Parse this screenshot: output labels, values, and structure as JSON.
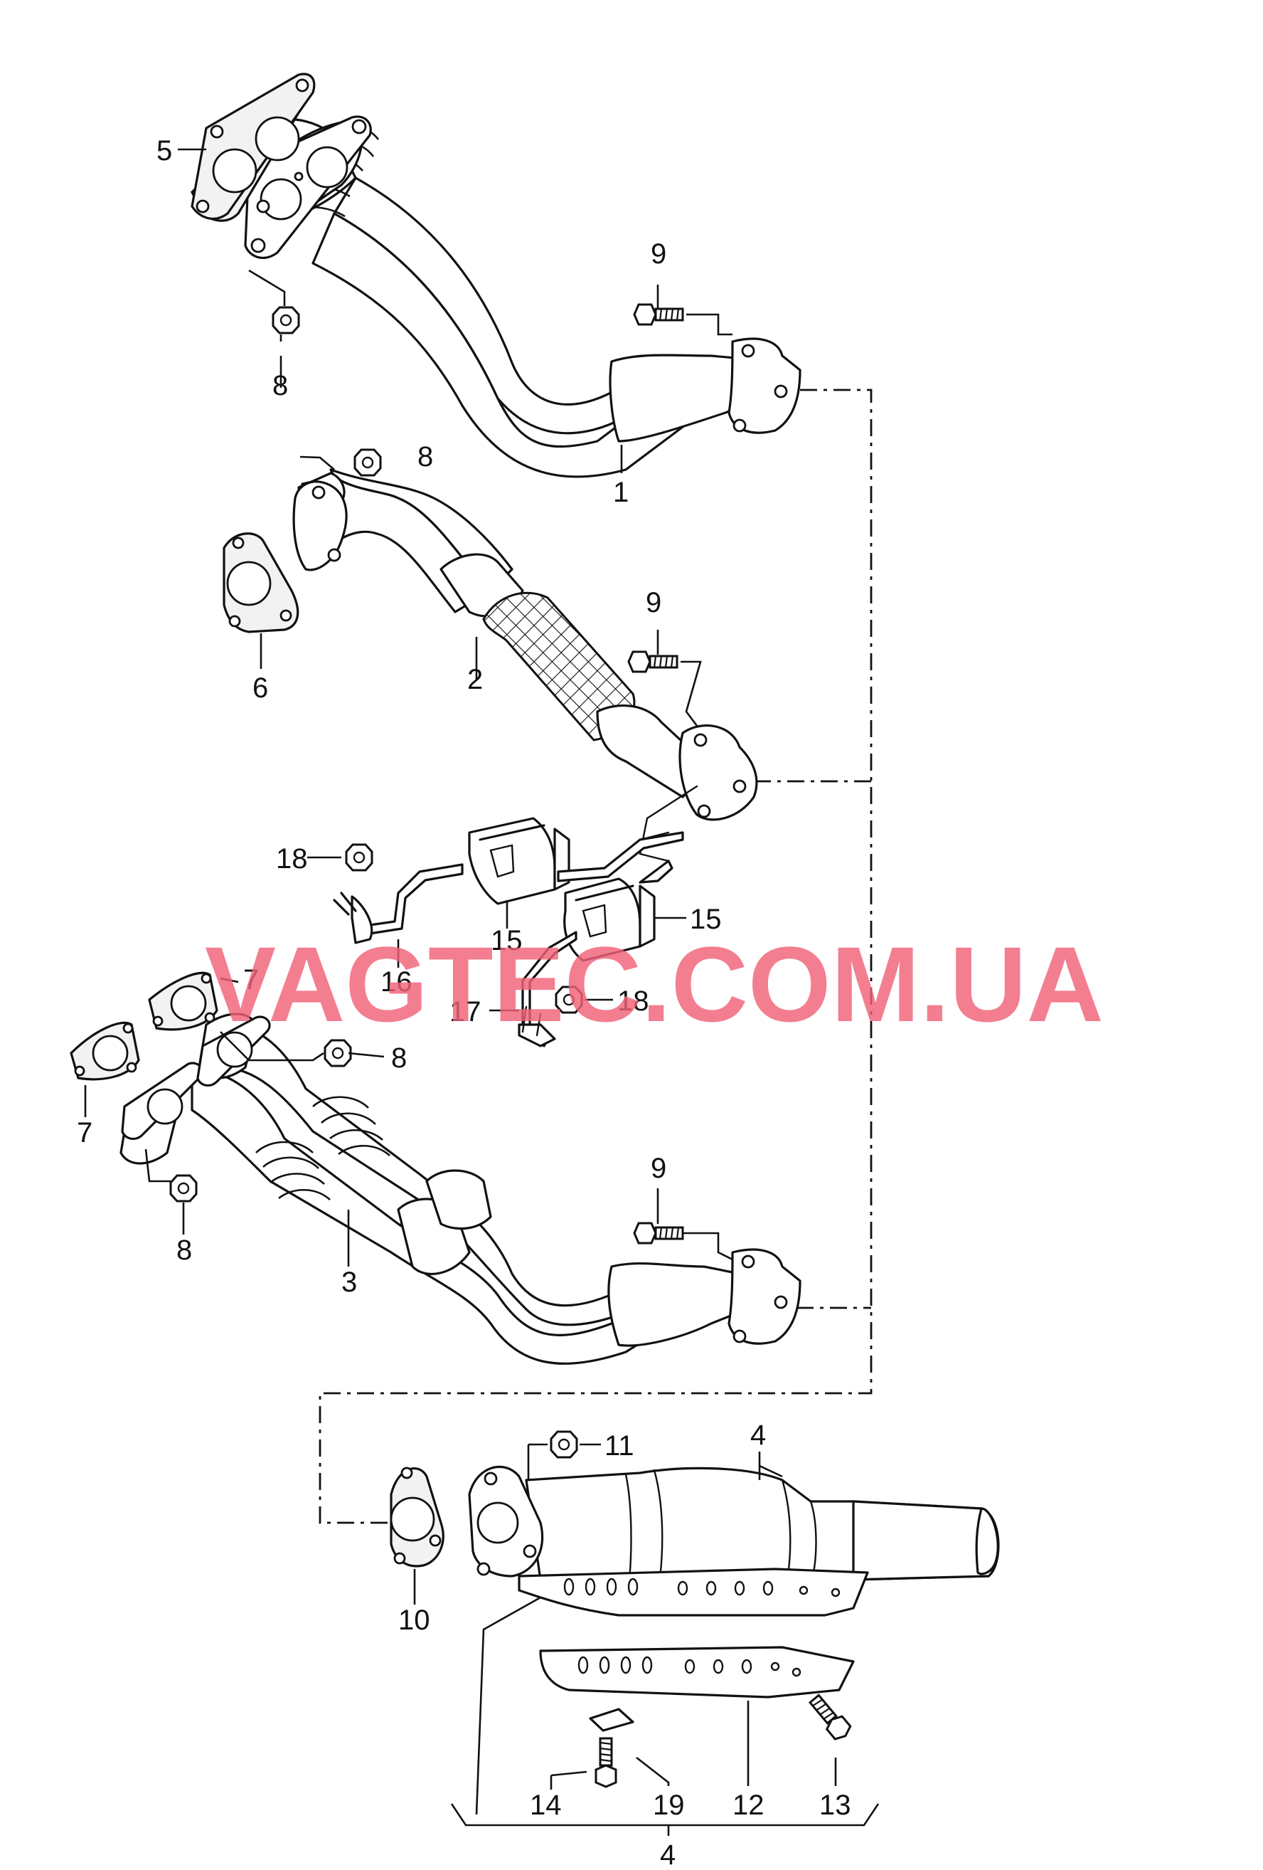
{
  "watermark": "VAGTEC.COM.UA",
  "watermark_color": "#f06277",
  "line_color": "#111111",
  "callouts": {
    "c1": "1",
    "c2": "2",
    "c3": "3",
    "c4a": "4",
    "c4b": "4",
    "c5": "5",
    "c6": "6",
    "c7a": "7",
    "c7b": "7",
    "c8a": "8",
    "c8b": "8",
    "c8c": "8",
    "c8d": "8",
    "c9a": "9",
    "c9b": "9",
    "c9c": "9",
    "c10": "10",
    "c11": "11",
    "c12": "12",
    "c13": "13",
    "c14": "14",
    "c15a": "15",
    "c15b": "15",
    "c16": "16",
    "c17": "17",
    "c18a": "18",
    "c18b": "18",
    "c19": "19"
  }
}
